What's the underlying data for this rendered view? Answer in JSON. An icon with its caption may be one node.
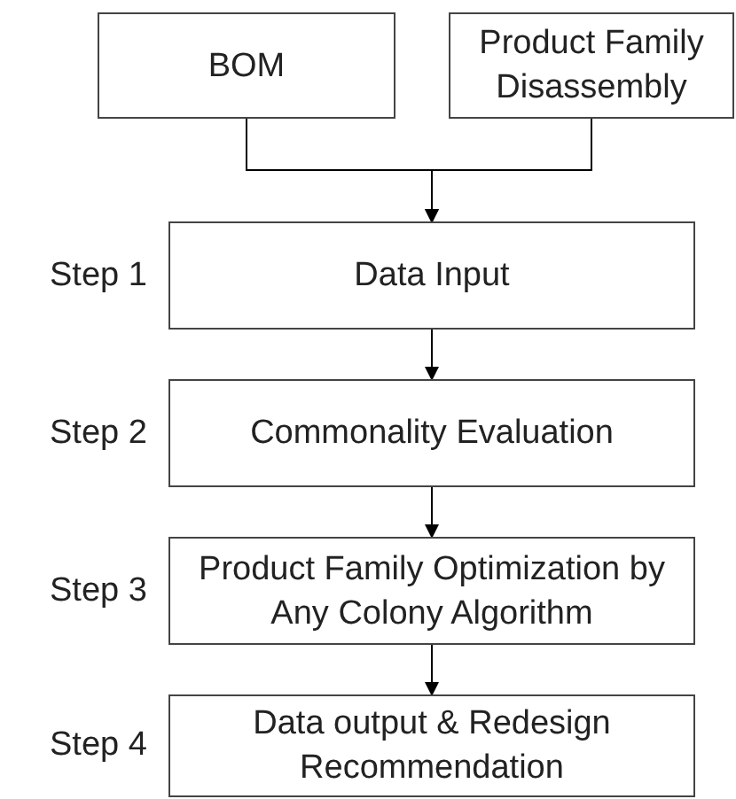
{
  "diagram": {
    "nodes": [
      {
        "text": [
          "BOM"
        ]
      },
      {
        "text": [
          "Product Family Disassembly"
        ]
      },
      {
        "text": [
          "Data Input"
        ],
        "beside": [
          "Step 1"
        ]
      },
      {
        "text": [
          "Commonality Evaluation"
        ],
        "beside": [
          "Step 2"
        ]
      },
      {
        "text": [
          "Product Family Optimization by Any Colony Algorithm"
        ],
        "beside": [
          "Step 3"
        ]
      },
      {
        "text": [
          "Data output & Redesign Recommendation"
        ],
        "beside": [
          "Step 4"
        ]
      }
    ],
    "edges": [
      {
        "from": 0,
        "to": 2,
        "arrow": "to"
      },
      {
        "from": 1,
        "to": 2,
        "arrow": "to"
      },
      {
        "from": 2,
        "to": 3,
        "arrow": "to"
      },
      {
        "from": 3,
        "to": 4,
        "arrow": "to"
      },
      {
        "from": 4,
        "to": 5,
        "arrow": "to"
      }
    ]
  }
}
